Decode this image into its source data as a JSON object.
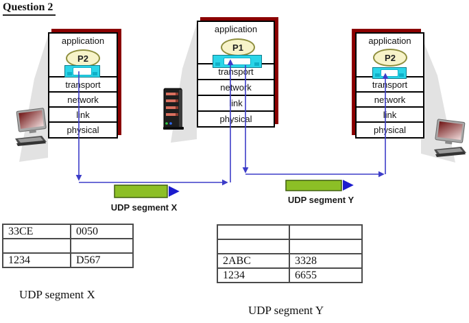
{
  "title": "Question 2",
  "hosts": [
    {
      "name": "left-host",
      "process": "P2",
      "layers": [
        "application",
        "transport",
        "network",
        "link",
        "physical"
      ]
    },
    {
      "name": "middle-host",
      "process": "P1",
      "layers": [
        "application",
        "transport",
        "network",
        "link",
        "physical"
      ]
    },
    {
      "name": "right-host",
      "process": "P2",
      "layers": [
        "application",
        "transport",
        "network",
        "link",
        "physical"
      ]
    }
  ],
  "segment_arrows": {
    "x": "UDP segment X",
    "y": "UDP segment Y"
  },
  "tables": {
    "x": {
      "caption": "UDP segment X",
      "rows": [
        [
          "33CE",
          "0050"
        ],
        [
          "",
          ""
        ],
        [
          "1234",
          "D567"
        ]
      ]
    },
    "y": {
      "caption": "UDP segment Y",
      "rows": [
        [
          "",
          ""
        ],
        [
          "",
          ""
        ],
        [
          "2ABC",
          "3328"
        ],
        [
          "1234",
          "6655"
        ]
      ]
    }
  },
  "icons": {
    "left": "desktop-computer-icon",
    "middle": "server-icon",
    "right": "desktop-computer-icon"
  },
  "colors": {
    "frame_red": "#8B0000",
    "socket_cyan": "#2BD5E8",
    "socket_tab": "#0FB0C8",
    "process_fill": "#F7F3C9",
    "process_border": "#8F8F3F",
    "segment_green": "#8CBF26",
    "segment_border": "#3F5F0F",
    "connector_blue": "#3C3CC8",
    "arrow_blue": "#1C1CCE",
    "shadow_gray": "#E2E2E2"
  }
}
